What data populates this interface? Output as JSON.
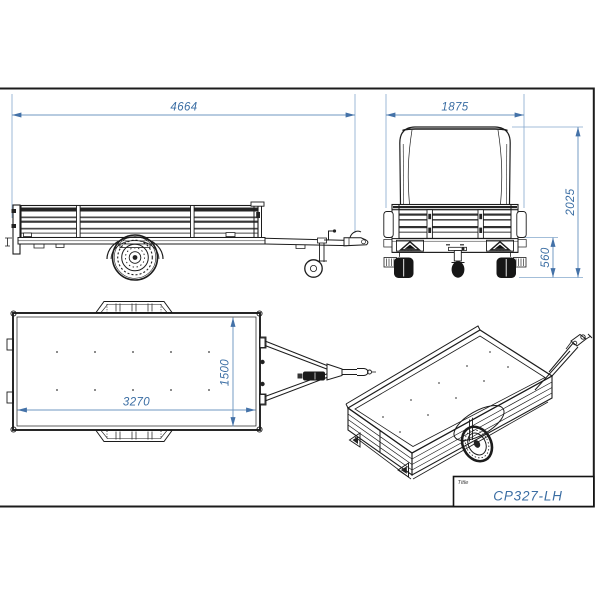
{
  "title_block": {
    "label": "Title",
    "drawing_title": "CP327-LH"
  },
  "dimensions": {
    "side": {
      "overall_length": "4664"
    },
    "rear": {
      "overall_width": "1875",
      "overall_height": "2025",
      "floor_height": "560"
    },
    "top": {
      "inner_length": "3270",
      "inner_width": "1500"
    }
  },
  "colors": {
    "dimension_text": "#3a6da3",
    "dimension_line": "#6f97c1",
    "extension_line": "#85a8cd",
    "drawing_line": "#1c1c1c",
    "sheet_background": "#ffffff"
  }
}
